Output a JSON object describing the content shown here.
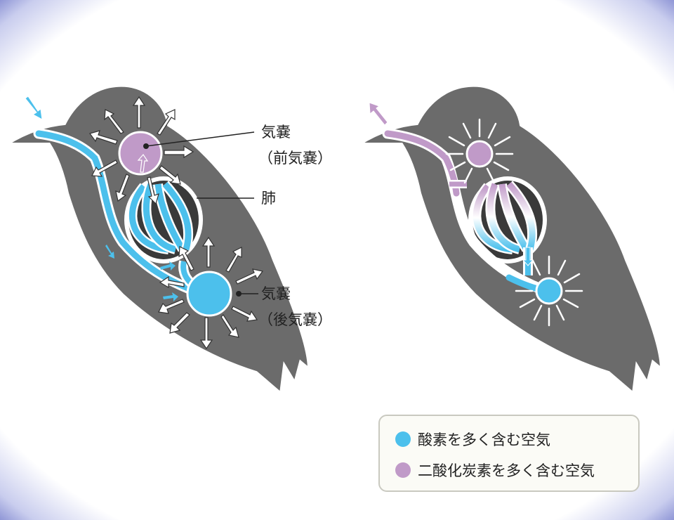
{
  "labels": {
    "air_sac": "気嚢",
    "anterior": "（前気嚢）",
    "lung": "肺",
    "air_sac_2": "気嚢",
    "posterior": "（後気嚢）"
  },
  "legend": {
    "oxygen_rich": "酸素を多く含む空気",
    "co2_rich": "二酸化炭素を多く含む空気"
  },
  "colors": {
    "oxygen": "#4cc0ec",
    "co2": "#c09ac8",
    "body": "#6b6b6b",
    "dark": "#3a3a3a"
  }
}
